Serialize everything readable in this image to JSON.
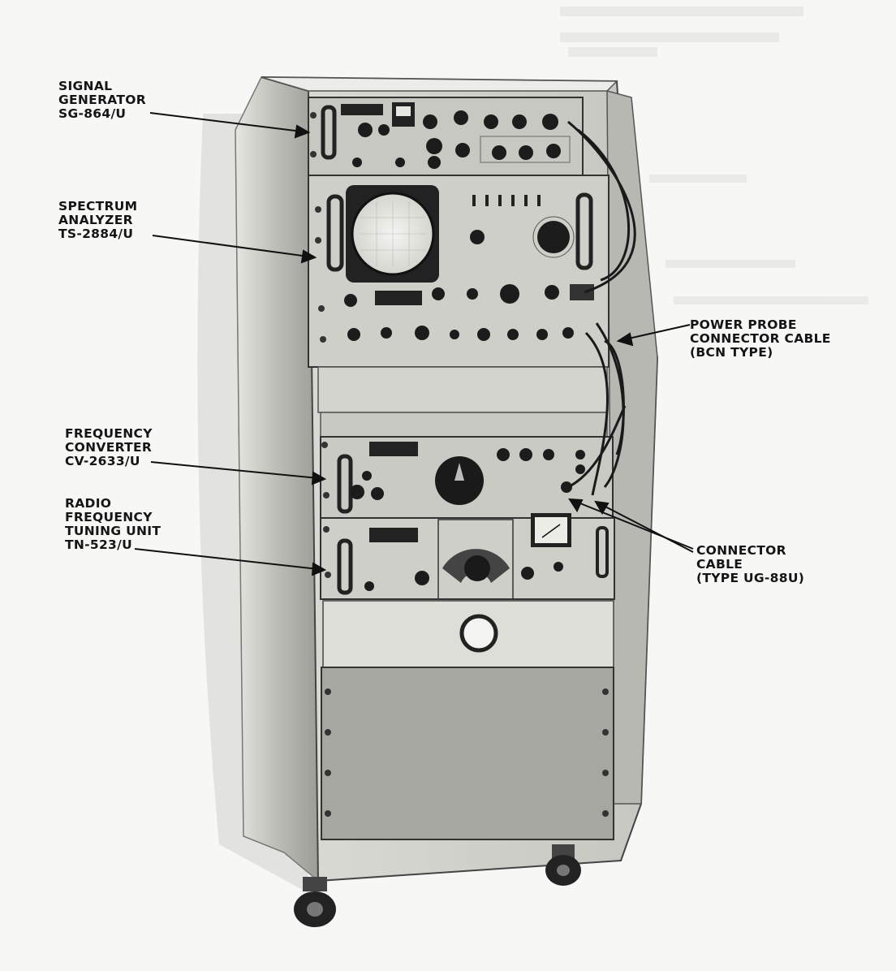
{
  "callouts": {
    "signal_generator": [
      "SIGNAL",
      "GENERATOR",
      "SG-864/U"
    ],
    "spectrum_analyzer": [
      "SPECTRUM",
      "ANALYZER",
      "TS-2884/U"
    ],
    "frequency_converter": [
      "FREQUENCY",
      "CONVERTER",
      "CV-2633/U"
    ],
    "rf_tuning_unit": [
      "RADIO",
      "FREQUENCY",
      "TUNING UNIT",
      "TN-523/U"
    ],
    "power_probe_cable": [
      "POWER PROBE",
      "CONNECTOR CABLE",
      "(BCN TYPE)"
    ],
    "connector_cable": [
      "CONNECTOR",
      "CABLE",
      "(TYPE UG-88U)"
    ]
  },
  "colors": {
    "paper": "#f7f7f5",
    "cabinet": "#d2d2cc",
    "panel": "#c4c4be",
    "ink": "#151515"
  },
  "icons": [
    "knob-icon",
    "crt-screen-icon",
    "meter-icon",
    "handle-icon",
    "caster-wheel-icon"
  ]
}
